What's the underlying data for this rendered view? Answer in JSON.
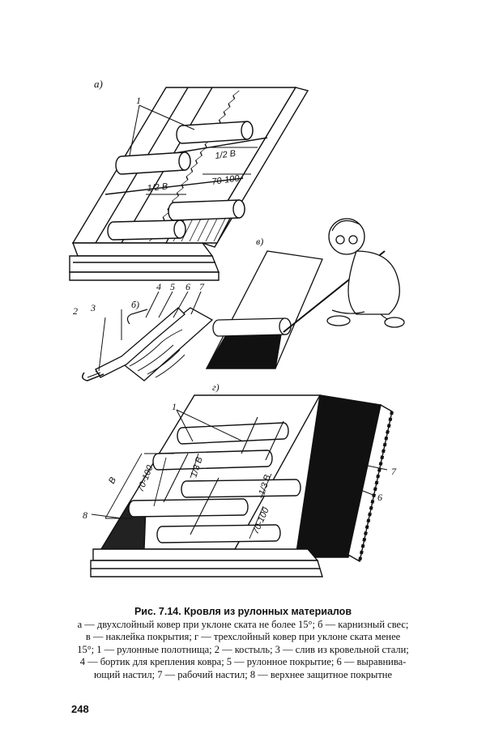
{
  "figure": {
    "panel_labels": {
      "a": "а)",
      "b": "б)",
      "v": "в)",
      "g": "г)"
    },
    "callouts_a": {
      "n1": "1"
    },
    "callouts_b": {
      "n2": "2",
      "n3": "3",
      "n4": "4",
      "n5": "5",
      "n6": "6",
      "n7": "7"
    },
    "callouts_g": {
      "n1": "1",
      "n7": "7",
      "n6": "6",
      "n8": "8"
    },
    "dims_a": {
      "half_b_1": "1/2 В",
      "half_b_2": "1/2 В",
      "overlap": "70-100"
    },
    "dims_g": {
      "b": "В",
      "overlap_1": "70-100",
      "overlap_2": "70-100",
      "third_b_1": "1/3 В",
      "third_b_2": "1/3 В"
    }
  },
  "caption": {
    "title": "Рис. 7.14. Кровля из рулонных материалов",
    "lines": [
      "а — двухслойный ковер при уклоне ската не более 15°; б — карнизный свес;",
      "в — наклейка покрытия; г — трехслойный ковер при уклоне ската менее",
      "15°; 1 — рулонные полотнища; 2 — костыль; 3 — слив из кровельной стали;",
      "4 — бортик для крепления ковра; 5 — рулонное покрытие; 6 — выравнива-",
      "ющий настил; 7 — рабочий настил; 8 — верхнее защитное покрытне"
    ]
  },
  "page_number": "248"
}
